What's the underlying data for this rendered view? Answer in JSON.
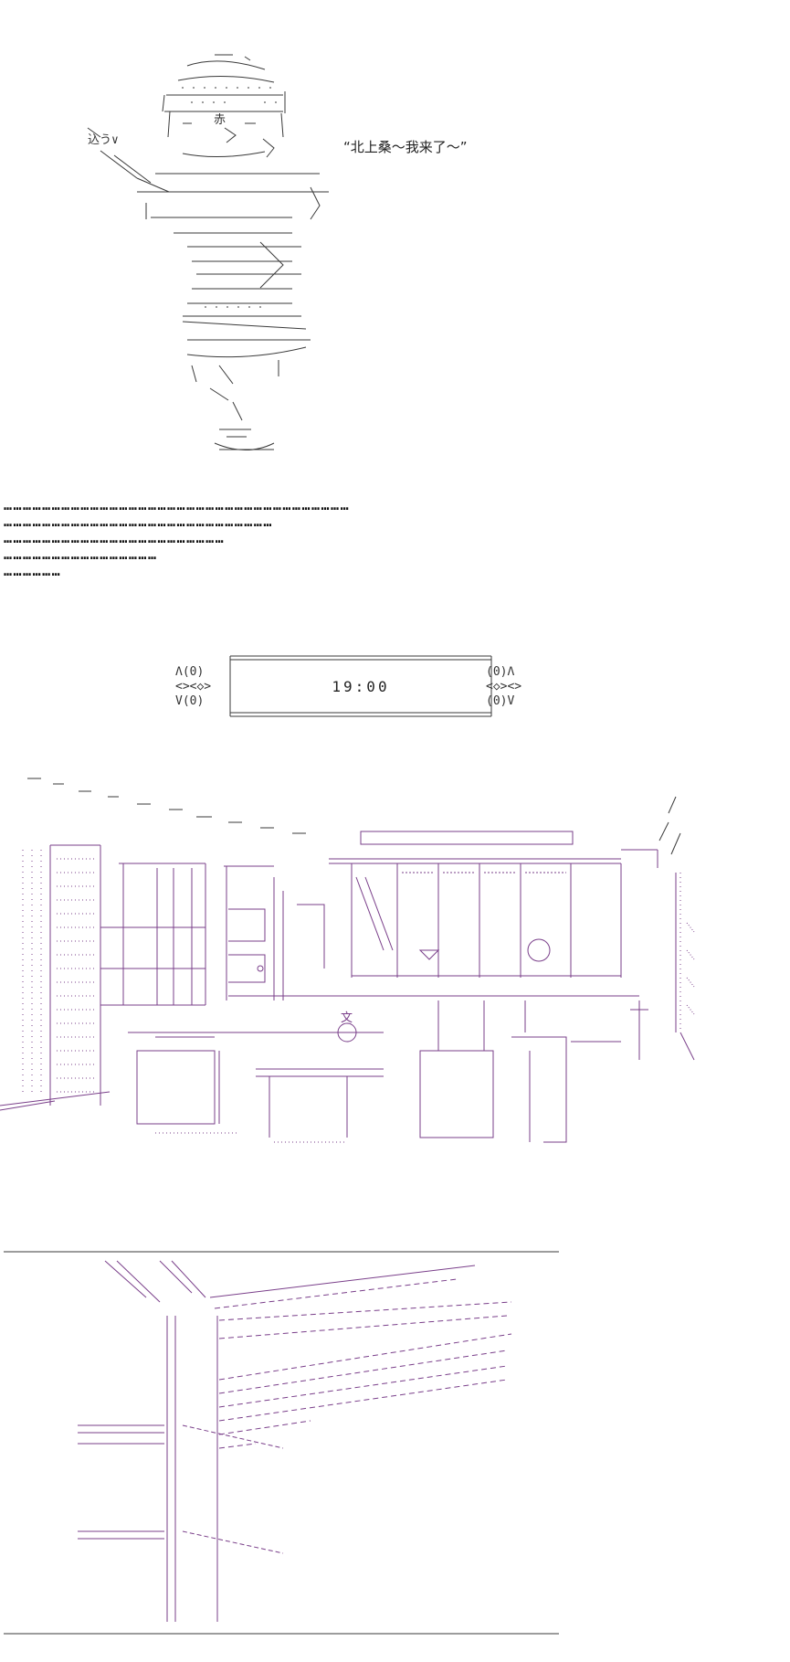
{
  "speech": {
    "quote": "“北上桑～我来了～”"
  },
  "ellipsis_lines": [
    "………………………………………………………………………………………………",
    "…………………………………………………………………………",
    "……………………………………………………………",
    "…………………………………………",
    "………………"
  ],
  "time_card": {
    "time": "19:00",
    "left_deco": "Λ(0)\n<><◇>\nV(0)",
    "right_deco": "(0)Λ\n<◇><>\n(0)V"
  },
  "scene_labels": {
    "kanji_left": "込う∨",
    "kanji_chest": "赤",
    "kanji_shop": "文"
  },
  "colors": {
    "ink": "#3a3a3a",
    "ascii_purple": "#7a3f8a",
    "text": "#222222",
    "background": "#ffffff"
  }
}
